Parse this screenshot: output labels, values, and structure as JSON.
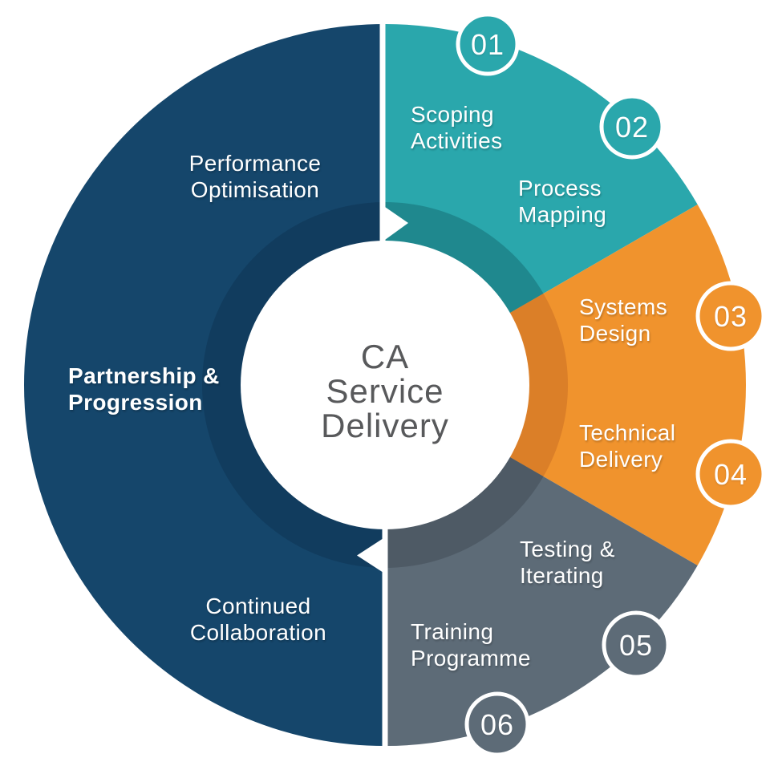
{
  "center": {
    "lines": [
      "CA",
      "Service",
      "Delivery"
    ]
  },
  "steps": [
    {
      "number": "01",
      "lines": [
        "Scoping",
        "Activities"
      ]
    },
    {
      "number": "02",
      "lines": [
        "Process",
        "Mapping"
      ]
    },
    {
      "number": "03",
      "lines": [
        "Systems",
        "Design"
      ]
    },
    {
      "number": "04",
      "lines": [
        "Technical",
        "Delivery"
      ]
    },
    {
      "number": "05",
      "lines": [
        "Testing &",
        "Iterating"
      ]
    },
    {
      "number": "06",
      "lines": [
        "Training",
        "Programme"
      ]
    }
  ],
  "navy_phase": {
    "labels": [
      {
        "lines": [
          "Performance",
          "Optimisation"
        ]
      },
      {
        "lines": [
          "Partnership &",
          "Progression"
        ]
      },
      {
        "lines": [
          "Continued",
          "Collaboration"
        ]
      }
    ]
  },
  "colors": {
    "teal": "#2AA7AC",
    "teal_dark": "#1F888E",
    "orange": "#F0932D",
    "orange_dark": "#DB7F28",
    "slate": "#5D6B77",
    "slate_dark": "#4E5A65",
    "navy": "#15466B",
    "navy_dark": "#113C5E",
    "white": "#FFFFFF",
    "center_text": "#58595B"
  }
}
